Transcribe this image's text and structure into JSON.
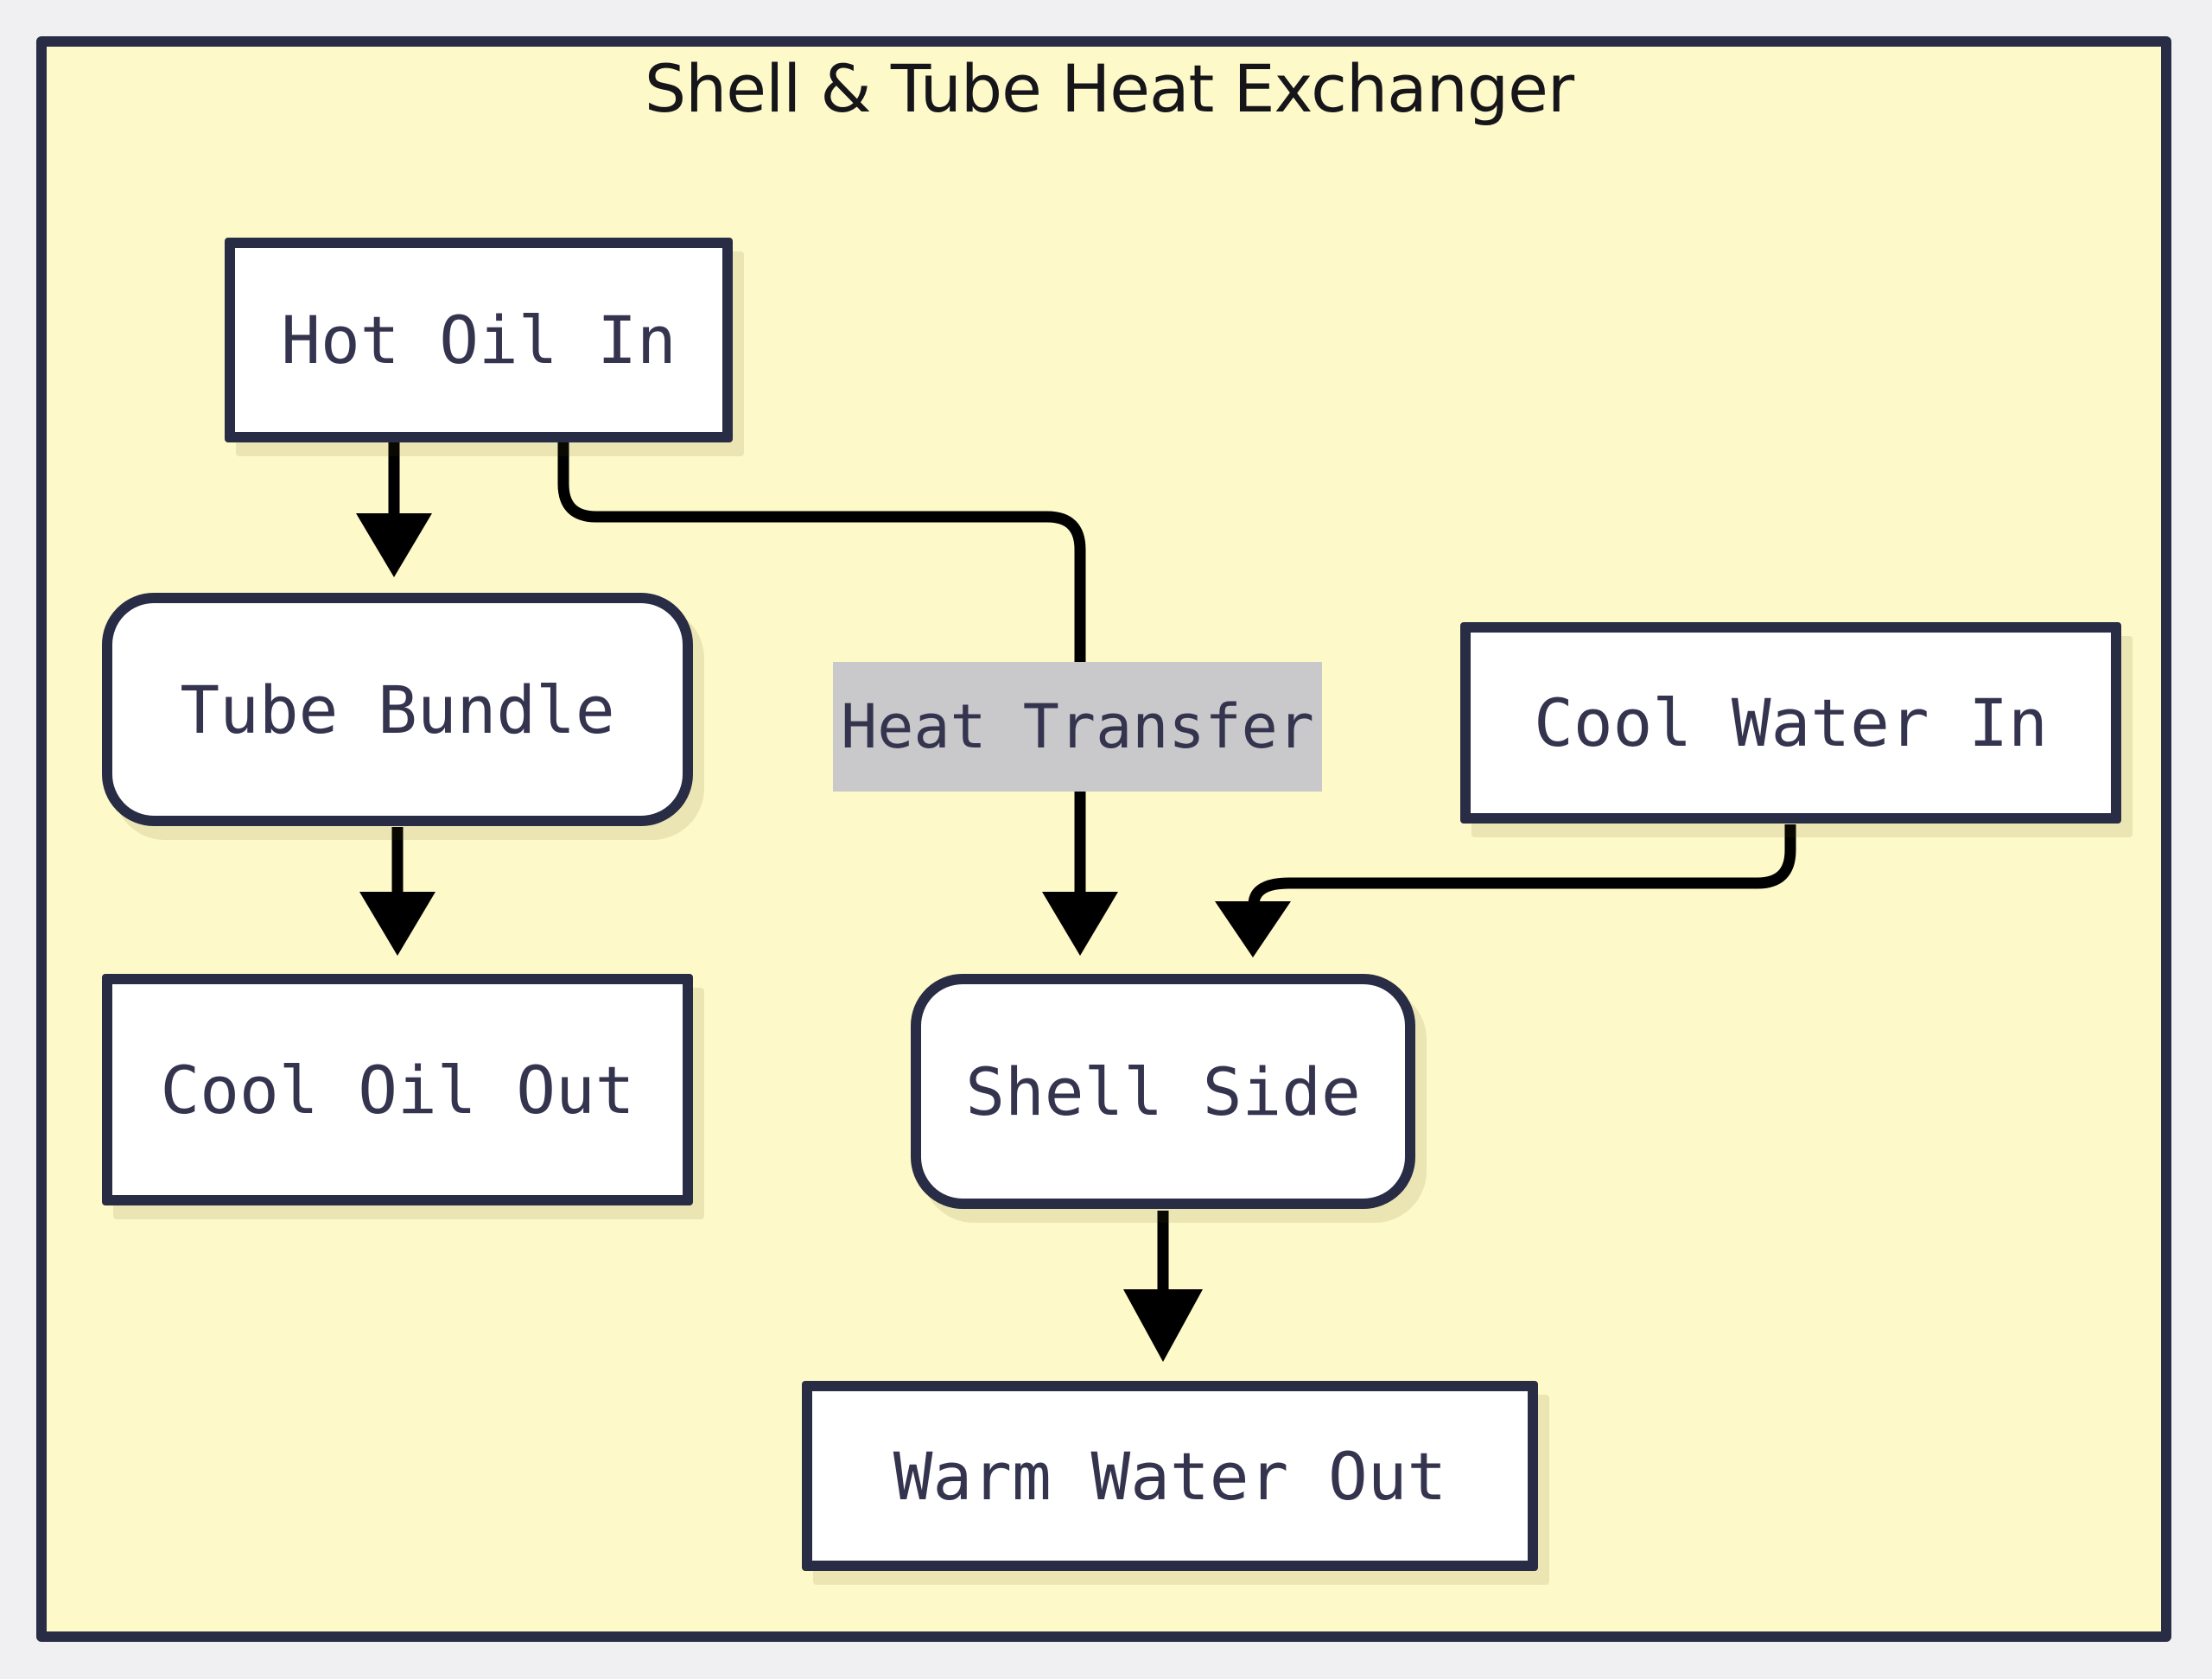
{
  "diagram": {
    "title": "Shell & Tube Heat Exchanger",
    "nodes": [
      {
        "id": "hot-oil-in",
        "label": "Hot Oil In",
        "shape": "rect"
      },
      {
        "id": "tube-bundle",
        "label": "Tube Bundle",
        "shape": "rounded"
      },
      {
        "id": "cool-oil-out",
        "label": "Cool Oil Out",
        "shape": "rect"
      },
      {
        "id": "cool-water-in",
        "label": "Cool Water In",
        "shape": "rect"
      },
      {
        "id": "shell-side",
        "label": "Shell Side",
        "shape": "rounded"
      },
      {
        "id": "warm-water-out",
        "label": "Warm Water Out",
        "shape": "rect"
      }
    ],
    "edges": [
      {
        "from": "hot-oil-in",
        "to": "tube-bundle",
        "label": ""
      },
      {
        "from": "hot-oil-in",
        "to": "shell-side",
        "label": "Heat Transfer"
      },
      {
        "from": "tube-bundle",
        "to": "cool-oil-out",
        "label": ""
      },
      {
        "from": "cool-water-in",
        "to": "shell-side",
        "label": ""
      },
      {
        "from": "shell-side",
        "to": "warm-water-out",
        "label": ""
      }
    ],
    "colors": {
      "canvas_background": "#fdf9c8",
      "page_background": "#f0f0f2",
      "frame_border": "#282c44",
      "node_fill": "#ffffff",
      "node_border": "#282c44",
      "node_text": "#34344f",
      "title_text": "#15151a",
      "edge_line": "#000000",
      "edge_label_background": "#c9c9cc"
    }
  }
}
